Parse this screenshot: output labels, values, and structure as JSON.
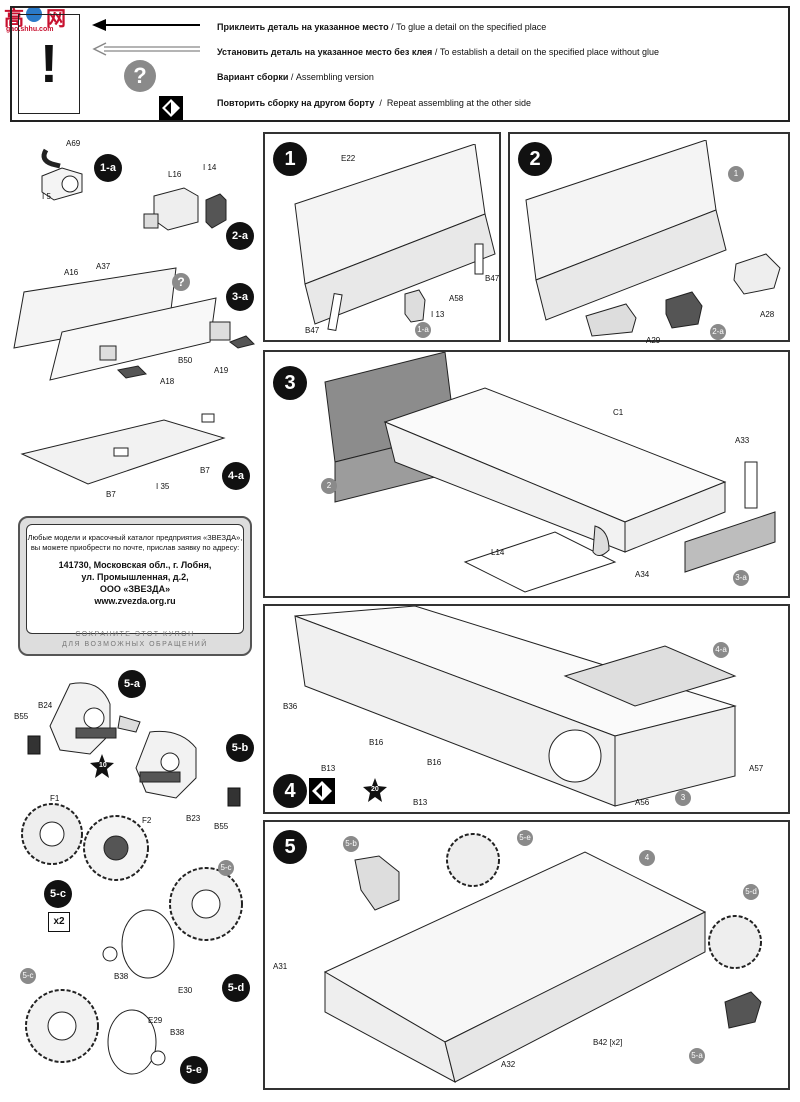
{
  "logo": {
    "chars": "高",
    "char2": "网",
    "site": "gao.shhu.com"
  },
  "legend": {
    "bang": "!",
    "question": "?",
    "rows": [
      {
        "ru": "Приклеить деталь на указанное место",
        "en": "To glue a detail on the specified place"
      },
      {
        "ru": "Установить деталь на указанное место без клея",
        "en": "To establish a detail on the specified place without glue"
      },
      {
        "ru": "Вариант сборки",
        "en": "Assembling version"
      },
      {
        "ru": "Повторить сборку на другом борту",
        "en": "Repeat assembling at the other side"
      }
    ]
  },
  "coupon": {
    "line1": "Любые модели и красочный каталог предприятия «ЗВЕЗДА»,",
    "line2": "вы можете приобрести по почте, прислав заявку по адресу:",
    "addr1": "141730, Московская обл., г. Лобня,",
    "addr2": "ул. Промышленная, д.2,",
    "addr3": "ООО «ЗВЕЗДА»",
    "addr4": "www.zvezda.org.ru",
    "foot1": "СОХРАНИТЕ ЭТОТ КУПОН",
    "foot2": "ДЛЯ ВОЗМОЖНЫХ ОБРАЩЕНИЙ"
  },
  "substeps": {
    "s1a": "1-a",
    "s2a": "2-a",
    "s3a": "3-a",
    "s4a": "4-a",
    "s5a": "5-a",
    "s5b": "5-b",
    "s5c": "5-c",
    "s5d": "5-d",
    "s5e": "5-e",
    "x2": "x2",
    "star10": "10",
    "star20": "20"
  },
  "steps": {
    "s1": "1",
    "s2": "2",
    "s3": "3",
    "s4": "4",
    "s5": "5"
  },
  "parts": {
    "A69": "A69",
    "I5": "I 5",
    "L16": "L16",
    "I14": "I 14",
    "A16": "A16",
    "A37": "A37",
    "B50": "B50",
    "A18": "A18",
    "A19": "A19",
    "B7a": "B7",
    "B7b": "B7",
    "I35": "I 35",
    "B55a": "B55",
    "B24": "B24",
    "B23": "B23",
    "B55b": "B55",
    "F1": "F1",
    "F2": "F2",
    "B38a": "B38",
    "E30": "E30",
    "E29": "E29",
    "B38b": "B38",
    "E22": "E22",
    "B47a": "B47",
    "B47b": "B47",
    "A58": "A58",
    "I13": "I 13",
    "A28": "A28",
    "A29": "A29",
    "C1": "C1",
    "A33": "A33",
    "L14": "L14",
    "A34": "A34",
    "B36": "B36",
    "B16a": "B16",
    "B16b": "B16",
    "B13a": "B13",
    "B13b": "B13",
    "A56": "A56",
    "A57": "A57",
    "A31": "A31",
    "B42": "B42 [x2]",
    "A32": "A32"
  },
  "refs": {
    "r1a": "1-a",
    "r2a": "2-a",
    "r1": "1",
    "r2": "2",
    "r3a": "3-a",
    "r4a": "4-a",
    "r3": "3",
    "r4": "4",
    "r5b": "5-b",
    "r5e": "5-e",
    "r5d": "5-d",
    "r5a": "5-a",
    "r5c1": "5-c",
    "r5c2": "5-c"
  }
}
